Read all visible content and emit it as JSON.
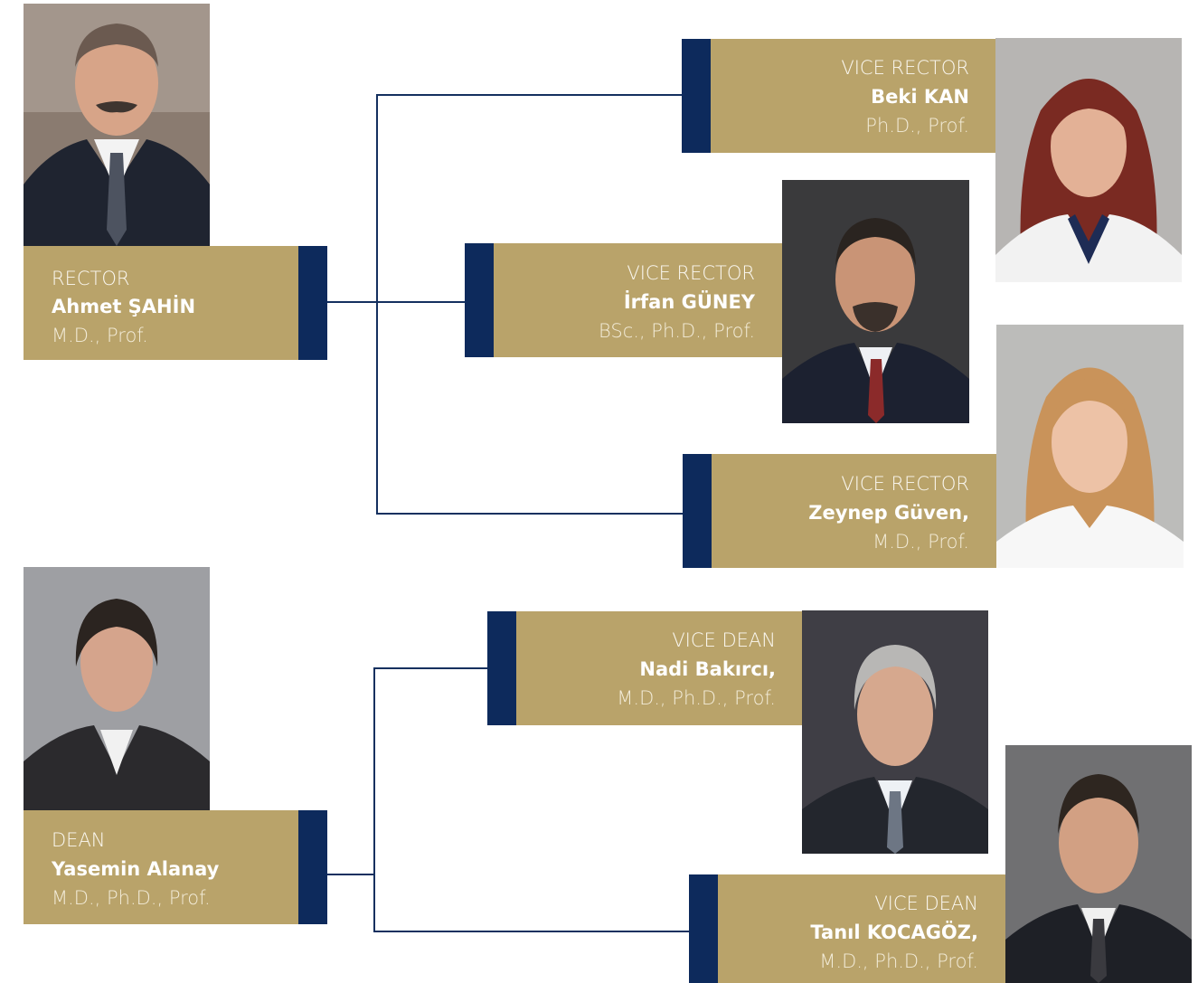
{
  "colors": {
    "card": "#b9a36a",
    "bar": "#0d2a5c",
    "connector": "#14305f"
  },
  "rector": {
    "role": "RECTOR",
    "name": "Ahmet ŞAHİN",
    "degree": "M.D., Prof."
  },
  "vice_rectors": [
    {
      "role": "VICE RECTOR",
      "name": "Beki KAN",
      "degree": "Ph.D., Prof."
    },
    {
      "role": "VICE RECTOR",
      "name": "İrfan GÜNEY",
      "degree": "BSc., Ph.D., Prof."
    },
    {
      "role": "VICE RECTOR",
      "name": "Zeynep Güven,",
      "degree": "M.D., Prof."
    }
  ],
  "dean": {
    "role": "DEAN",
    "name": "Yasemin Alanay",
    "degree": "M.D., Ph.D., Prof."
  },
  "vice_deans": [
    {
      "role": "VICE DEAN",
      "name": "Nadi Bakırcı,",
      "degree": "M.D., Ph.D., Prof."
    },
    {
      "role": "VICE DEAN",
      "name": "Tanıl KOCAGÖZ,",
      "degree": "M.D., Ph.D., Prof."
    }
  ]
}
